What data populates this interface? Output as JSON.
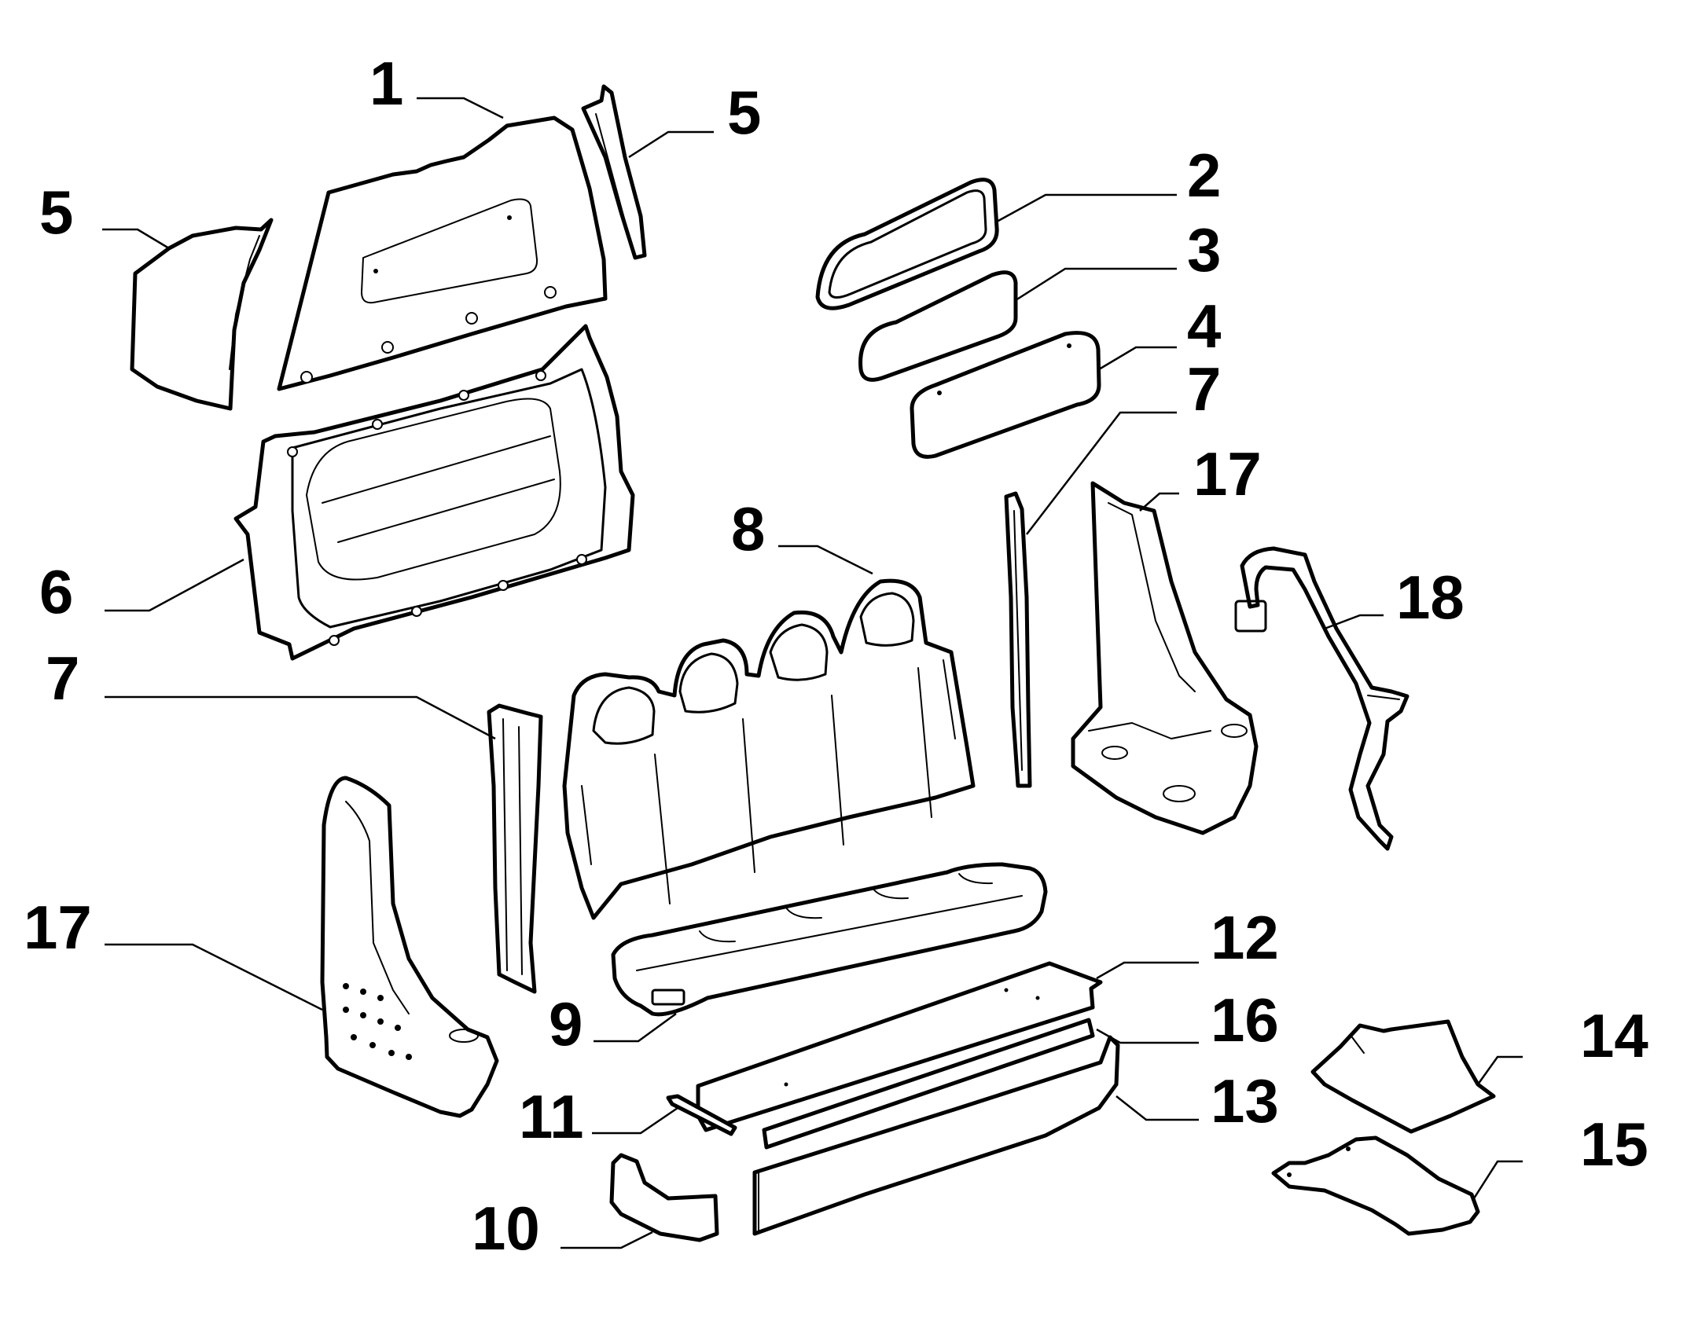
{
  "diagram": {
    "callouts": [
      {
        "id": "c1",
        "label": "1"
      },
      {
        "id": "c5a",
        "label": "5"
      },
      {
        "id": "c5b",
        "label": "5"
      },
      {
        "id": "c2",
        "label": "2"
      },
      {
        "id": "c3",
        "label": "3"
      },
      {
        "id": "c4",
        "label": "4"
      },
      {
        "id": "c7a",
        "label": "7"
      },
      {
        "id": "c17a",
        "label": "17"
      },
      {
        "id": "c8",
        "label": "8"
      },
      {
        "id": "c6",
        "label": "6"
      },
      {
        "id": "c18",
        "label": "18"
      },
      {
        "id": "c7b",
        "label": "7"
      },
      {
        "id": "c17b",
        "label": "17"
      },
      {
        "id": "c12",
        "label": "12"
      },
      {
        "id": "c16",
        "label": "16"
      },
      {
        "id": "c9",
        "label": "9"
      },
      {
        "id": "c14",
        "label": "14"
      },
      {
        "id": "c13",
        "label": "13"
      },
      {
        "id": "c11",
        "label": "11"
      },
      {
        "id": "c15",
        "label": "15"
      },
      {
        "id": "c10",
        "label": "10"
      }
    ]
  }
}
